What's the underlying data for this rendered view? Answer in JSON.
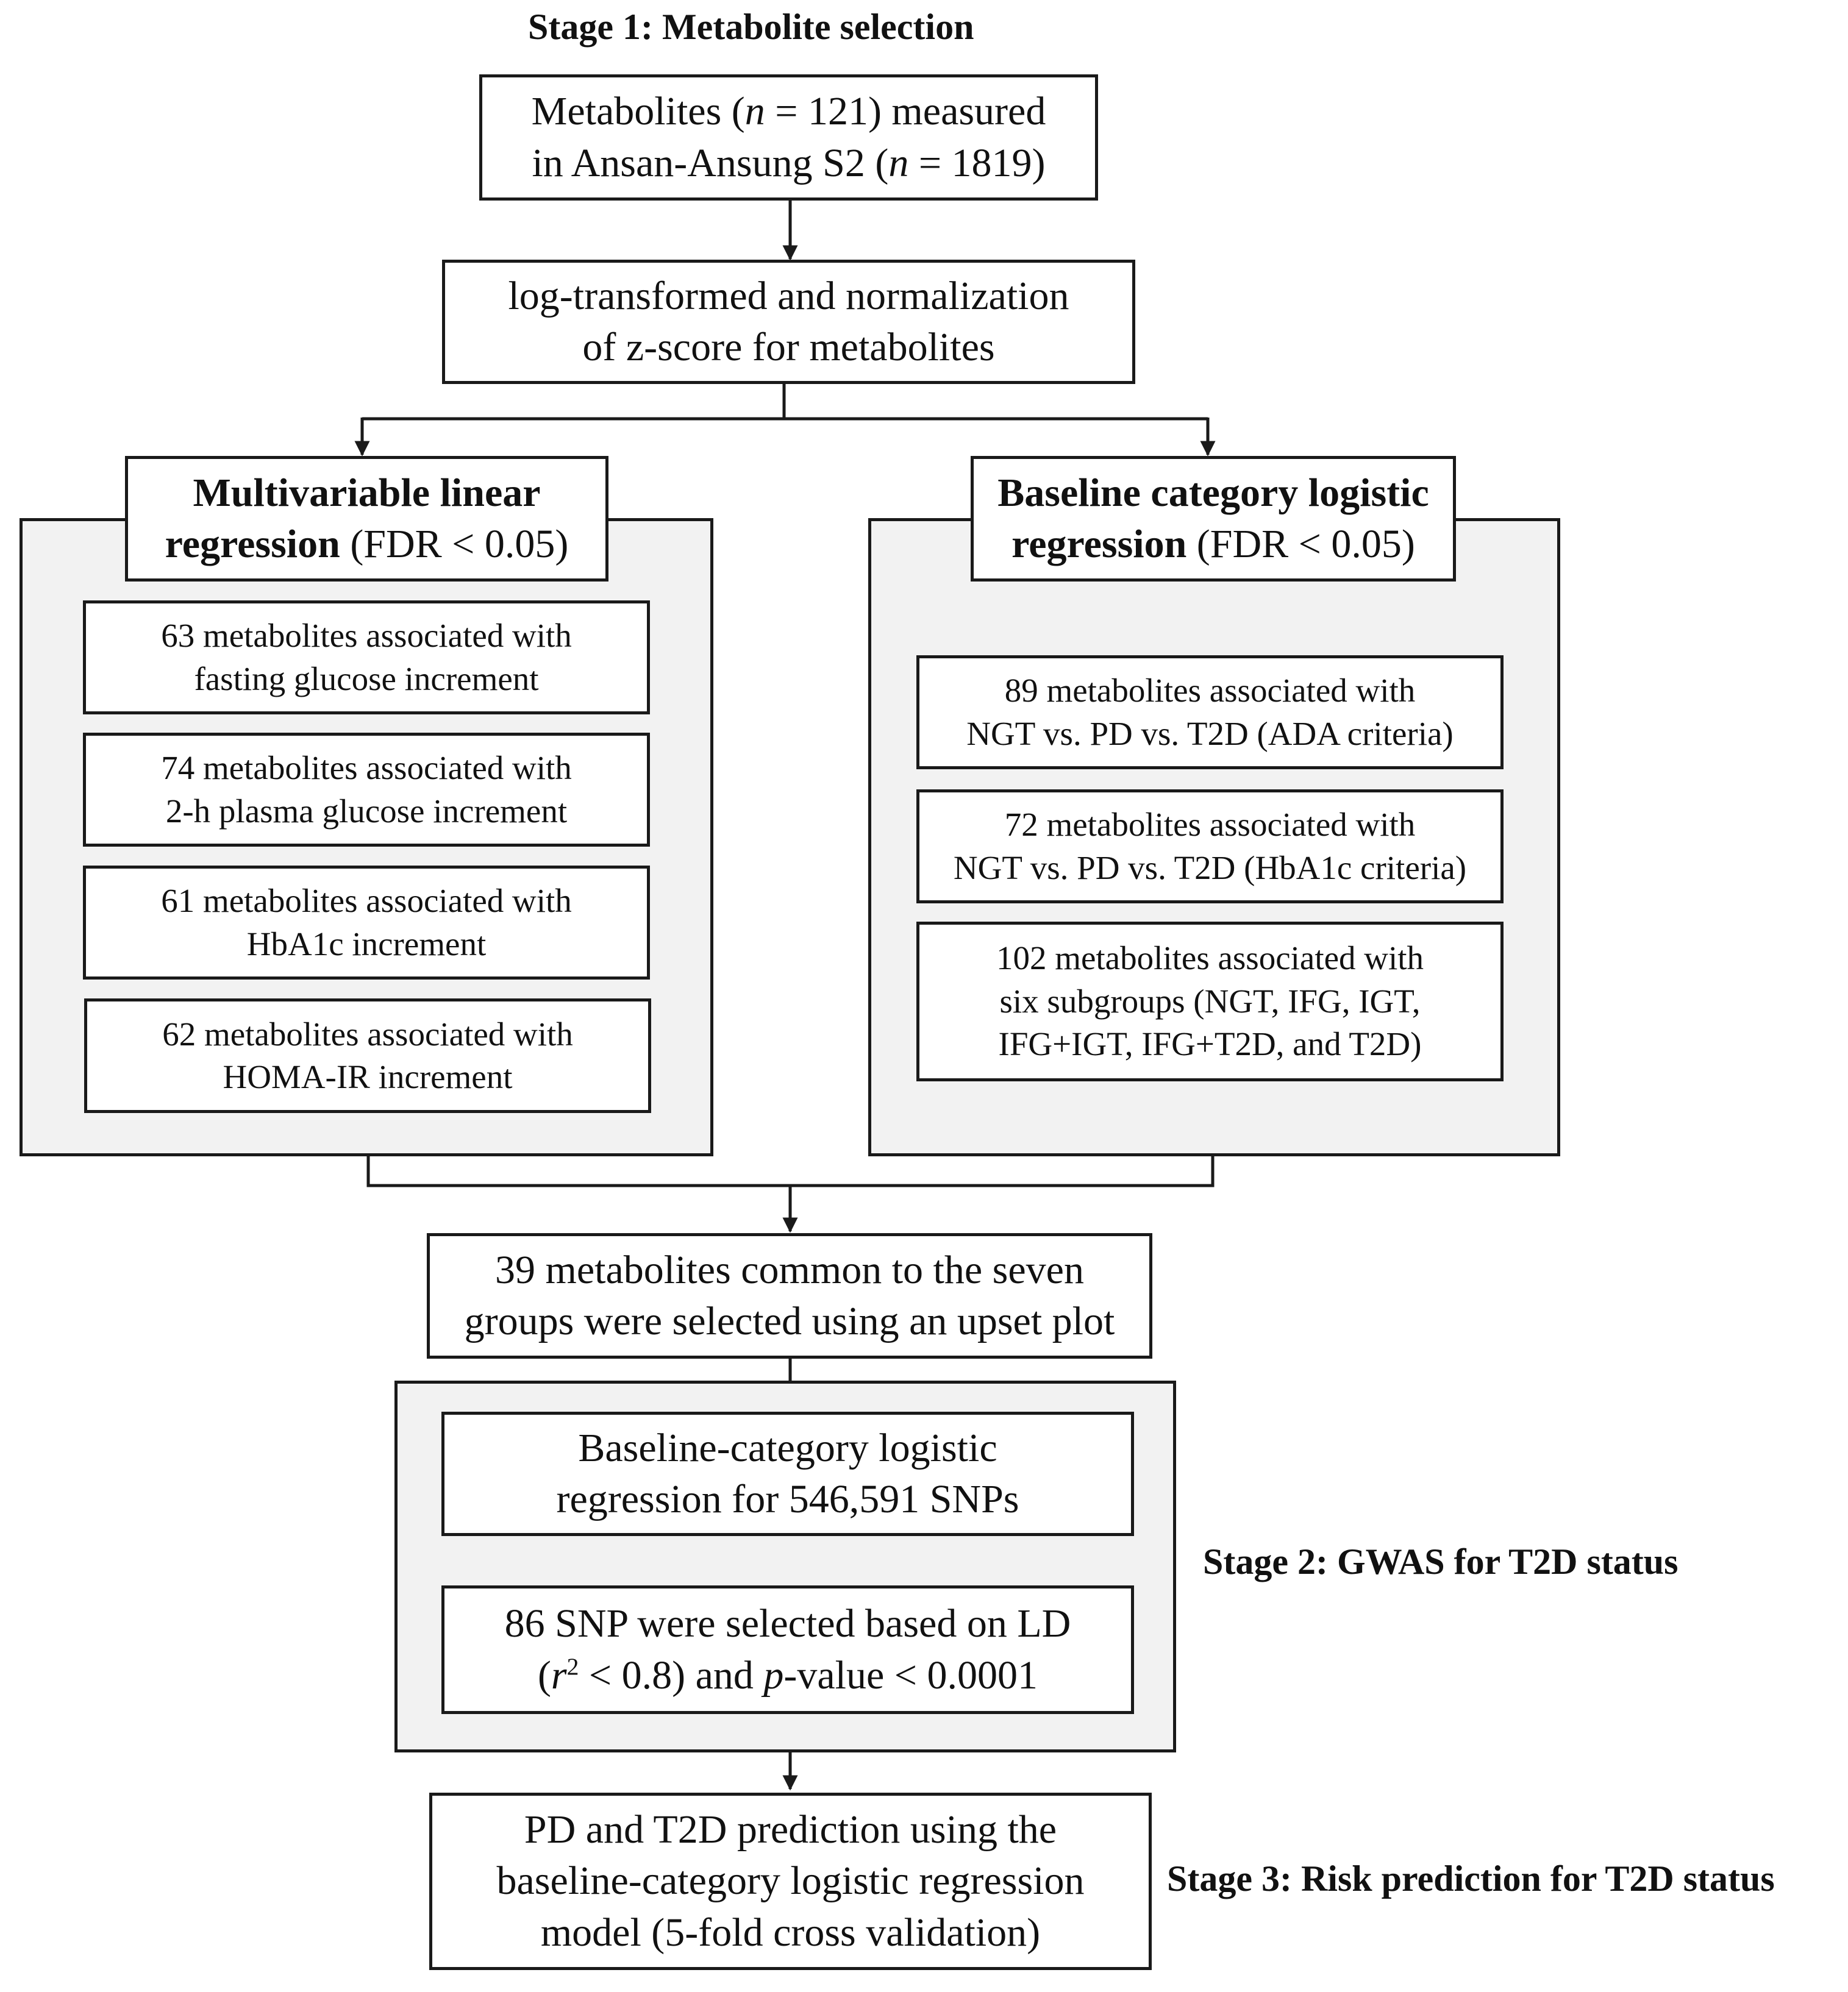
{
  "stages": {
    "stage1": "Stage 1: Metabolite selection",
    "stage2": "Stage 2: GWAS for T2D status",
    "stage3": "Stage 3: Risk prediction for T2D status"
  },
  "metabolites_box": {
    "l1_a": "Metabolites (",
    "l1_n": "n",
    "l1_b": " = 121) measured",
    "l2_a": "in Ansan-Ansung S2 (",
    "l2_n": "n",
    "l2_b": " = 1819)"
  },
  "normalization_box": {
    "line1": "log-transformed and normalization",
    "line2": "of z-score for metabolites"
  },
  "left_header": {
    "bold1": "Multivariable linear",
    "bold2": "regression",
    "rest2": " (FDR < 0.05)"
  },
  "right_header": {
    "bold1": "Baseline category logistic",
    "bold2": "regression",
    "rest2": " (FDR < 0.05)"
  },
  "left_items": [
    {
      "line1": "63 metabolites associated with",
      "line2": "fasting glucose increment"
    },
    {
      "line1": "74 metabolites associated with",
      "line2": "2-h plasma glucose increment"
    },
    {
      "line1": "61 metabolites associated with",
      "line2": "HbA1c increment"
    },
    {
      "line1": "62 metabolites associated with",
      "line2": "HOMA-IR increment"
    }
  ],
  "right_items": [
    {
      "line1": "89 metabolites associated with",
      "line2": "NGT vs. PD vs. T2D (ADA  criteria)"
    },
    {
      "line1": "72 metabolites associated with",
      "line2": "NGT vs. PD vs. T2D (HbA1c criteria)"
    },
    {
      "line1": "102 metabolites associated with",
      "line2": "six subgroups (NGT, IFG, IGT,",
      "line3": "IFG+IGT, IFG+T2D, and T2D)"
    }
  ],
  "common_box": {
    "line1": "39 metabolites common to the seven",
    "line2": "groups were selected using an upset plot"
  },
  "gwas_box": {
    "line1": "Baseline-category logistic",
    "line2": "regression for 546,591 SNPs"
  },
  "snp_box": {
    "line1": "86 SNP were selected based on LD",
    "l2_open": "(",
    "l2_r": "r",
    "l2_sup": "2",
    "l2_mid": " < 0.8) and ",
    "l2_p": "p",
    "l2_end": "-value < 0.0001"
  },
  "prediction_box": {
    "line1": "PD and T2D prediction using the",
    "line2": "baseline-category logistic regression",
    "line3": "model (5-fold cross validation)"
  }
}
